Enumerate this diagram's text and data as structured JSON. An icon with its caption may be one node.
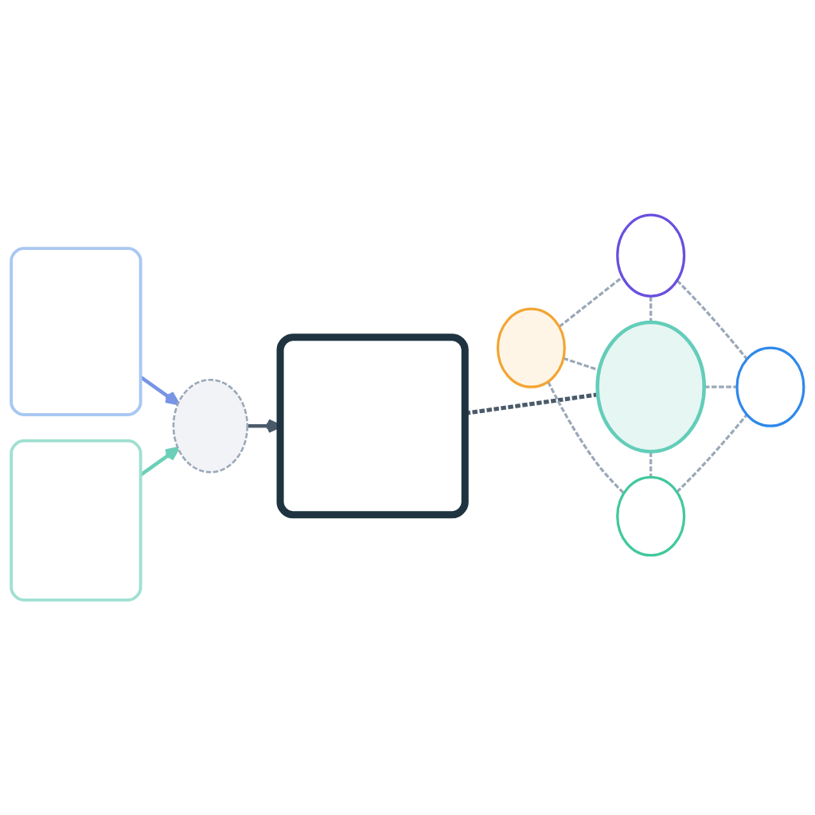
{
  "diagram": {
    "nodes": [
      {
        "text": [],
        "shape": "box"
      },
      {
        "text": [],
        "shape": "box"
      },
      {
        "text": [],
        "shape": "circle"
      },
      {
        "text": [],
        "shape": "box"
      },
      {
        "text": [],
        "shape": "circle"
      },
      {
        "text": [],
        "shape": "circle"
      },
      {
        "text": [],
        "shape": "circle"
      },
      {
        "text": [],
        "shape": "circle"
      },
      {
        "text": [],
        "shape": "circle"
      }
    ],
    "edges": [
      {
        "from": 0,
        "to": 2,
        "arrow": "to",
        "color": "#7894e4"
      },
      {
        "from": 1,
        "to": 2,
        "arrow": "to",
        "color": "#6ccfb8"
      },
      {
        "from": 2,
        "to": 3,
        "arrow": "to",
        "color": "#4b5a6a"
      },
      {
        "from": 3,
        "to": 5,
        "arrow": "none",
        "style": "dashed",
        "color": "#4b5a6a"
      },
      {
        "from": 4,
        "to": 5,
        "arrow": "none",
        "style": "dashed"
      },
      {
        "from": 5,
        "to": 6,
        "arrow": "none",
        "style": "dashed"
      },
      {
        "from": 7,
        "to": 5,
        "arrow": "none",
        "style": "dashed"
      },
      {
        "from": 5,
        "to": 8,
        "arrow": "none",
        "style": "dashed"
      },
      {
        "from": 4,
        "to": 6,
        "arrow": "none",
        "style": "dashed"
      },
      {
        "from": 8,
        "to": 6,
        "arrow": "none",
        "style": "dashed"
      },
      {
        "from": 7,
        "to": 8,
        "arrow": "none",
        "style": "dashed"
      },
      {
        "from": 7,
        "to": 4,
        "arrow": "none",
        "style": "dashed"
      }
    ]
  }
}
